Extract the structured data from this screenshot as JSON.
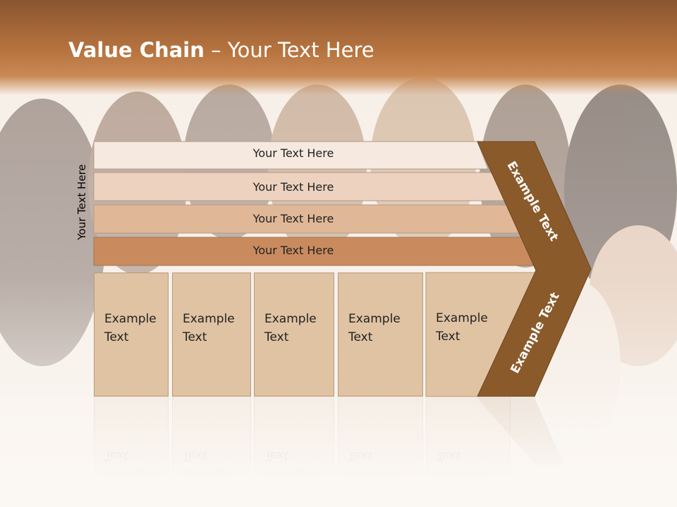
{
  "slide": {
    "title_bold": "Value Chain",
    "title_rest": " – Your Text Here",
    "side_label": "Your Text Here"
  },
  "rows": [
    {
      "label": "Your Text Here",
      "fill": "#f5e9e0"
    },
    {
      "label": "Your Text Here",
      "fill": "#ecd2bf"
    },
    {
      "label": "Your Text Here",
      "fill": "#e0b898"
    },
    {
      "label": "Your Text Here",
      "fill": "#c98b5e"
    }
  ],
  "cells": [
    {
      "label": "Example\nText"
    },
    {
      "label": "Example\nText"
    },
    {
      "label": "Example\nText"
    },
    {
      "label": "Example\nText"
    },
    {
      "label": "Example\nText"
    }
  ],
  "chevron": {
    "upper_label": "Example Text",
    "lower_label": "Example Text",
    "fill": "#8b5a2b"
  },
  "colors": {
    "header": "#b8743f",
    "cell_fill": "#e0c3a3",
    "background": "#fbf7f3"
  }
}
